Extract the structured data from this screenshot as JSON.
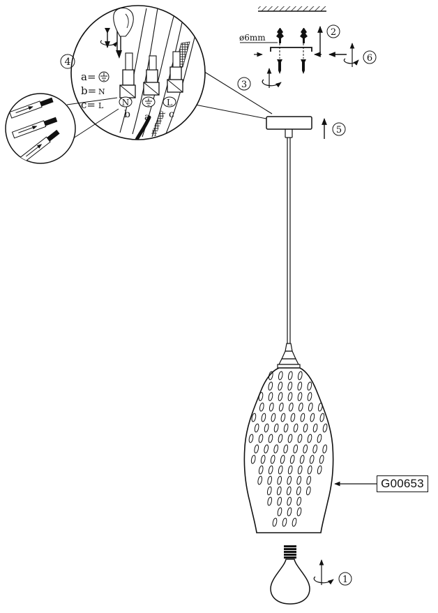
{
  "steps": {
    "s1": "1",
    "s2": "2",
    "s3": "3",
    "s4": "4",
    "s5": "5",
    "s6": "6"
  },
  "drill": {
    "diameter": "ø6mm"
  },
  "wiring": {
    "legend_a": "a=",
    "legend_b": "b=",
    "legend_b_value": "N",
    "legend_c": "c=",
    "legend_c_value": "L",
    "terminal_n": "N",
    "terminal_l": "L",
    "wire_b": "b",
    "wire_a": "a",
    "wire_c": "c"
  },
  "product": {
    "code": "G00653"
  },
  "colors": {
    "ink": "#111111",
    "paper": "#ffffff"
  }
}
